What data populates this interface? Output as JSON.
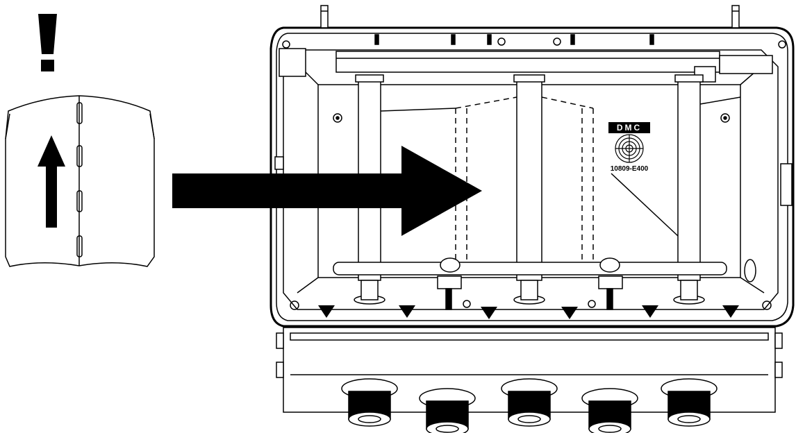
{
  "diagram": {
    "warning_glyph": "!",
    "part_label": "10809-E400",
    "brand_mark": "DMC",
    "colors": {
      "ink": "#000000",
      "paper": "#ffffff",
      "shade": "#e6e6e6"
    },
    "icons": [
      "warning-exclamation-icon",
      "up-arrow-icon",
      "insert-direction-arrow-icon",
      "fan-grille-icon"
    ],
    "cable_gland_count": 5
  }
}
